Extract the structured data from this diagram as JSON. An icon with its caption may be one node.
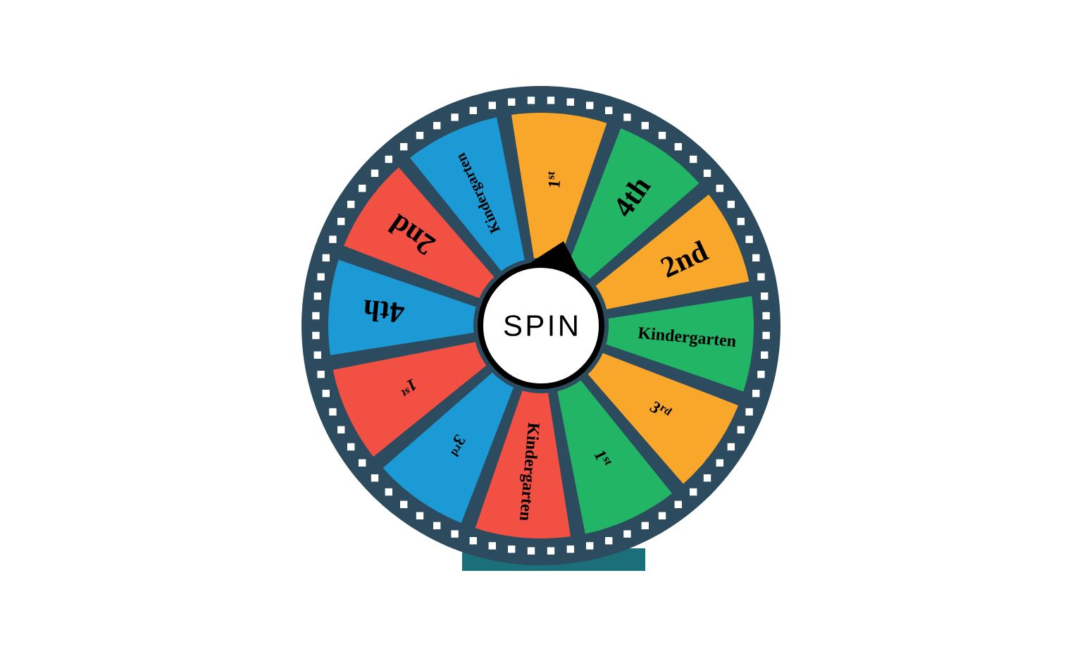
{
  "diagram": {
    "nodes": [
      {
        "text": [
          "1$^{st}$"
        ]
      },
      {
        "text": [
          "4th"
        ]
      },
      {
        "text": [
          "2nd"
        ]
      },
      {
        "text": [
          "Kindergarten"
        ]
      },
      {
        "text": [
          "3$^{rd}$"
        ]
      },
      {
        "text": [
          "1$^{st}$"
        ]
      },
      {
        "text": [
          "Kindergarten"
        ]
      },
      {
        "text": [
          "3$^{rd}$"
        ]
      },
      {
        "text": [
          "1$^{st}$"
        ]
      },
      {
        "text": [
          "4th"
        ]
      },
      {
        "text": [
          "2nd"
        ]
      },
      {
        "text": [
          "Kindergarten"
        ]
      },
      {
        "text": [
          "SPIN"
        ]
      }
    ]
  }
}
